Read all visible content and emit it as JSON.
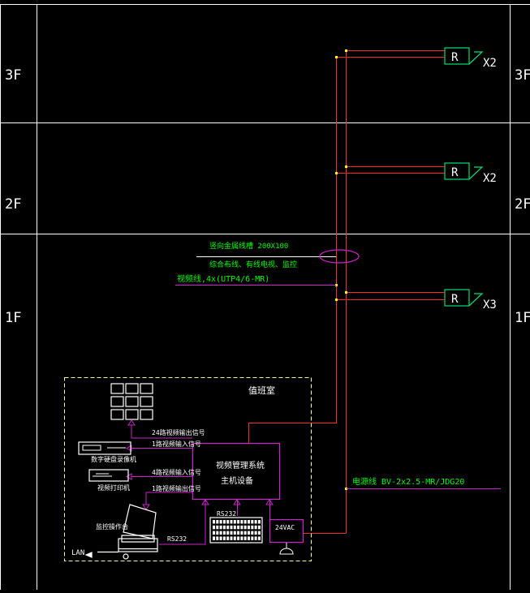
{
  "floors": {
    "f3": "3F",
    "f2": "2F",
    "f1": "1F"
  },
  "devices": {
    "reader_symbol": "R",
    "f3_count": "X2",
    "f2_count": "X2",
    "f1_count": "X3"
  },
  "labels": {
    "trunking": "竖向金属线槽 200X100",
    "trunking_sub": "综合布线、有线电视、监控",
    "video_line": "视频线,4x(UTP4/6-MR)",
    "power_line": "电源线 BV-2x2.5-MR/JDG20",
    "room_name": "值班室",
    "host_line1": "视频管理系统",
    "host_line2": "主机设备",
    "sig_24": "24路视频输出信号",
    "sig_video_in": "1路视频输入信号",
    "sig_4": "4路视频输入信号",
    "sig_1": "1路视频输出信号",
    "recorder": "数字硬盘录像机",
    "printer": "视频打印机",
    "console": "监控操作台",
    "rs232_top": "RS232",
    "rs232_bottom": "RS232",
    "power_box": "24VAC",
    "lan": "LAN"
  },
  "colors": {
    "background": "#000000",
    "grid": "#ffffff",
    "riser": "#ff2a2a",
    "device": "#00e070",
    "label": "#00ff00",
    "signal": "#d020d0",
    "dashed_box": "#ffff80",
    "node": "#ffff00"
  }
}
